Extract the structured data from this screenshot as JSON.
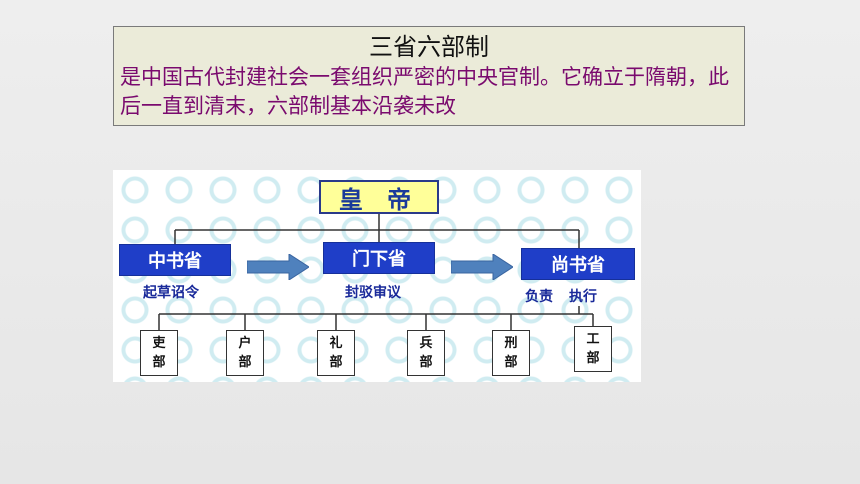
{
  "header": {
    "title": "三省六部制",
    "description": "是中国古代封建社会一套组织严密的中央官制。它确立于隋朝，此后一直到清末，六部制基本沿袭未改"
  },
  "diagram": {
    "emperor": "皇 帝",
    "departments": [
      {
        "name": "中书省",
        "role": "起草诏令"
      },
      {
        "name": "门下省",
        "role": "封驳审议"
      },
      {
        "name": "尚书省",
        "role_a": "负责",
        "role_b": "执行"
      }
    ],
    "ministries": [
      {
        "top": "吏",
        "bottom": "部"
      },
      {
        "top": "户",
        "bottom": "部"
      },
      {
        "top": "礼",
        "bottom": "部"
      },
      {
        "top": "兵",
        "bottom": "部"
      },
      {
        "top": "刑",
        "bottom": "部"
      },
      {
        "top": "工",
        "bottom": "部"
      }
    ],
    "colors": {
      "department_fill": "#1f3ec8",
      "emperor_fill": "#ffff99",
      "arrow_fill": "#4f81bd",
      "description_text": "#7a0a6e"
    }
  }
}
